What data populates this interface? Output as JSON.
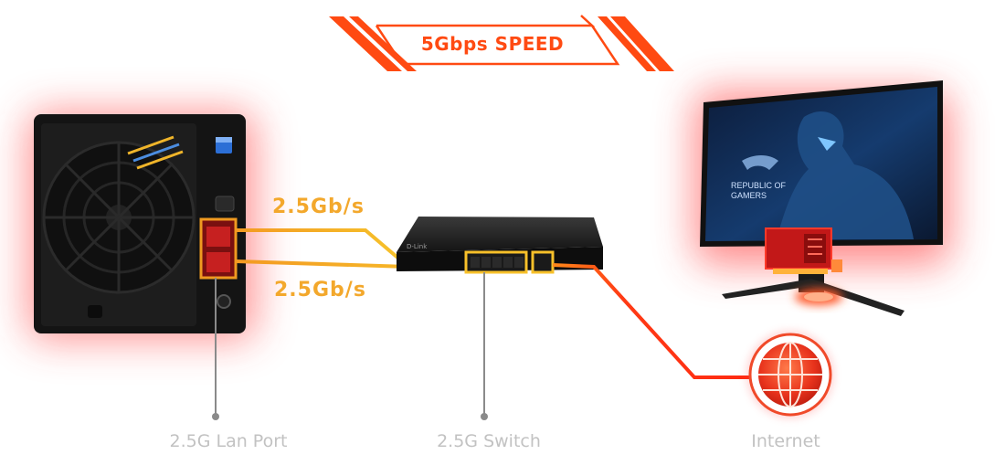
{
  "header": {
    "speed_label": "5Gbps SPEED"
  },
  "links": {
    "nas_to_switch_top": "2.5Gb/s",
    "nas_to_switch_bottom": "2.5Gb/s"
  },
  "devices": {
    "nas": {
      "caption": "2.5G Lan Port"
    },
    "switch": {
      "caption": "2.5G Switch",
      "brand": "D-Link"
    },
    "monitor": {
      "wallpaper_text_line1": "REPUBLIC OF",
      "wallpaper_text_line2": "GAMERS"
    },
    "internet": {
      "caption": "Internet"
    }
  },
  "colors": {
    "speed_orange": "#ff4a12",
    "link_yellow": "#f5c428",
    "link_orange": "#f59a24",
    "link_red": "#ff2a12",
    "caption_gray": "#c2c2c2",
    "pin_gray": "#8a8a8a",
    "glow_red": "#ff3c3c"
  }
}
